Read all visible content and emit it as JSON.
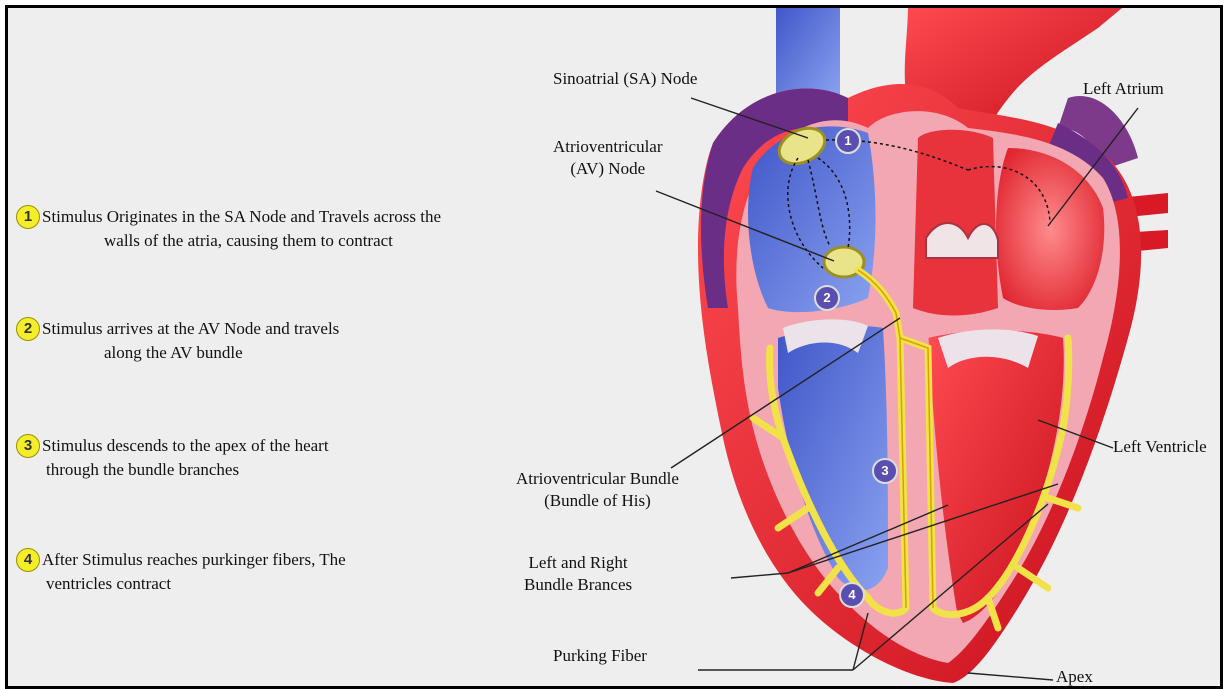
{
  "steps": [
    {
      "number": "1",
      "line1": "Stimulus Originates in the SA Node and Travels across the",
      "line2": "walls of the atria, causing them to contract"
    },
    {
      "number": "2",
      "line1": "Stimulus  arrives at the AV Node and travels",
      "line2": "along the AV bundle"
    },
    {
      "number": "3",
      "line1": "Stimulus descends to the apex of the heart",
      "line2": "through the bundle branches"
    },
    {
      "number": "4",
      "line1": "After Stimulus reaches purkinger fibers, The",
      "line2": "ventricles contract"
    }
  ],
  "labels": {
    "sa_node": "Sinoatrial  (SA) Node",
    "av_node_1": "Atrioventricular",
    "av_node_2": "(AV) Node",
    "left_atrium": "Left Atrium",
    "left_ventricle": "Left Ventricle",
    "av_bundle_1": "Atrioventricular Bundle",
    "av_bundle_2": "(Bundle of His)",
    "bundle_branches_1": "Left and Right",
    "bundle_branches_2": "Bundle Brances",
    "purkinje": "Purking Fiber",
    "apex": "Apex"
  },
  "markers": [
    "1",
    "2",
    "3",
    "4"
  ],
  "colors": {
    "step_circle": "#f4ee2a",
    "marker": "#5a4fb0",
    "conduction": "#f2e24a"
  }
}
